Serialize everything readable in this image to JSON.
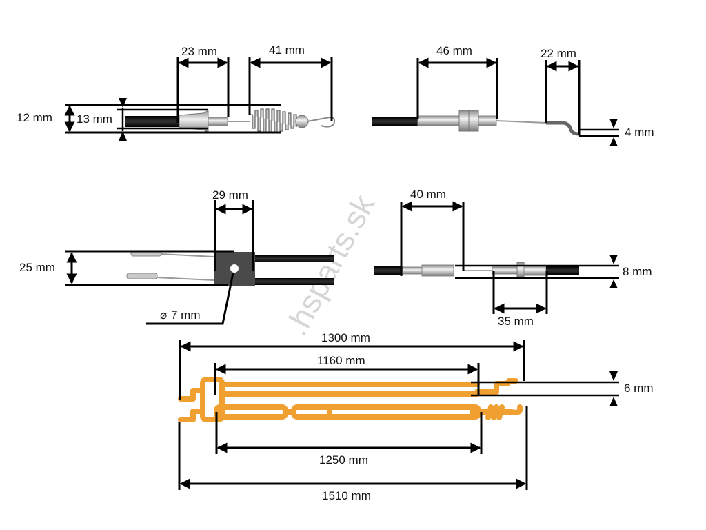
{
  "watermark": ".hsparts.sk",
  "colors": {
    "schematic": "#f0a030",
    "dimension": "#000000",
    "cable": "#1a1a1a",
    "metal": "#b8b8b8"
  },
  "details": {
    "top_left": {
      "dims": {
        "width_a": "23 mm",
        "width_b": "41 mm",
        "outer_height": "12 mm",
        "inner_height": "13 mm"
      }
    },
    "top_right": {
      "dims": {
        "width_a": "46 mm",
        "width_b": "22 mm",
        "offset": "4 mm"
      }
    },
    "middle_left": {
      "dims": {
        "width": "29 mm",
        "height": "25 mm",
        "hole": "7 mm",
        "hole_symbol": "⌀"
      }
    },
    "middle_right": {
      "dims": {
        "width_a": "40 mm",
        "width_b": "35 mm",
        "height": "8 mm"
      }
    }
  },
  "schematic": {
    "dims": {
      "overall_top": "1300 mm",
      "inner_top": "1160 mm",
      "inner_bottom": "1250 mm",
      "overall_bottom": "1510 mm",
      "offset": "6 mm"
    }
  }
}
